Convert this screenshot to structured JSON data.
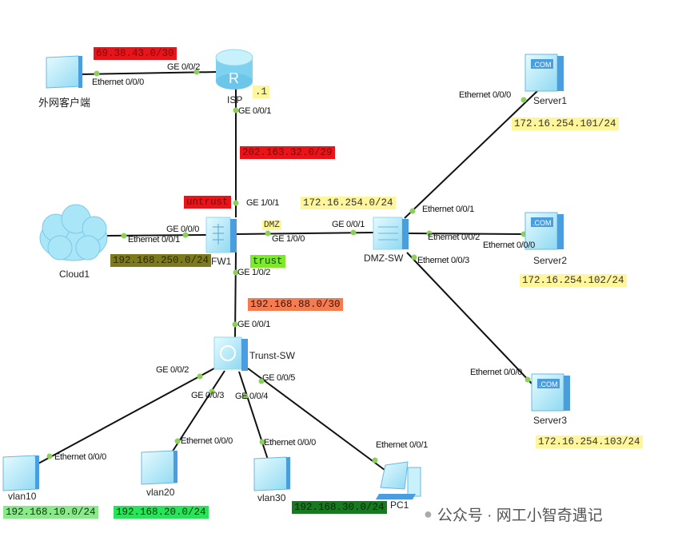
{
  "devices": {
    "client": "外网客户端",
    "isp": "ISP",
    "fw": "FW1",
    "cloud": "Cloud1",
    "dmz_sw": "DMZ-SW",
    "server1": "Server1",
    "server2": "Server2",
    "server3": "Server3",
    "trust_sw": "Trunst-SW",
    "vlan10": "vlan10",
    "vlan20": "vlan20",
    "vlan30": "vlan30",
    "pc1": "PC1"
  },
  "ports": {
    "client_e0": "Ethernet 0/0/0",
    "isp_g2": "GE 0/0/2",
    "isp_g1": "GE 0/0/1",
    "fw_g101": "GE 1/0/1",
    "fw_g000": "GE 0/0/0",
    "cloud_e1": "Ethernet 0/0/1",
    "fw_g100": "GE 1/0/0",
    "dmz_g1": "GE 0/0/1",
    "fw_g102": "GE 1/0/2",
    "tsw_g1": "GE 0/0/1",
    "dmz_e1": "Ethernet 0/0/1",
    "s1_e0": "Ethernet 0/0/0",
    "dmz_e2": "Ethernet 0/0/2",
    "s2_e0": "Ethernet 0/0/0",
    "dmz_e3": "Ethernet 0/0/3",
    "s3_e0": "Ethernet 0/0/0",
    "tsw_g2": "GE 0/0/2",
    "tsw_g3": "GE 0/0/3",
    "tsw_g4": "GE 0/0/4",
    "tsw_g5": "GE 0/0/5",
    "v10_e0": "Ethernet 0/0/0",
    "v20_e0": "Ethernet 0/0/0",
    "v30_e0": "Ethernet 0/0/0",
    "pc1_e1": "Ethernet 0/0/1"
  },
  "subnets": {
    "client": {
      "text": "69.38.43.0/30",
      "bg": "#e8141a",
      "fg": "#7a0a0a"
    },
    "isp_fw": {
      "text": "202.163.32.0/29",
      "bg": "#e8141a",
      "fg": "#7a0a0a"
    },
    "cloud": {
      "text": "192.168.250.0/24",
      "bg": "#7d7a1e",
      "fg": "#2a2a08"
    },
    "dmz": {
      "text": "172.16.254.0/24",
      "bg": "#fff59a",
      "fg": "#333"
    },
    "fw_tsw": {
      "text": "192.168.88.0/30",
      "bg": "#f47c50",
      "fg": "#3a1206"
    },
    "s1": {
      "text": "172.16.254.101/24",
      "bg": "#fff59a",
      "fg": "#333"
    },
    "s2": {
      "text": "172.16.254.102/24",
      "bg": "#fff59a",
      "fg": "#333"
    },
    "s3": {
      "text": "172.16.254.103/24",
      "bg": "#fff59a",
      "fg": "#333"
    },
    "v10": {
      "text": "192.168.10.0/24",
      "bg": "#8be88b",
      "fg": "#0a3a0a"
    },
    "v20": {
      "text": "192.168.20.0/24",
      "bg": "#27e45a",
      "fg": "#0a3a0a"
    },
    "v30": {
      "text": "192.168.30.0/24",
      "bg": "#177a1e",
      "fg": "#0a2a0a"
    }
  },
  "tags": {
    "isp_ip": ".1",
    "untrust": "untrust",
    "trust": "trust",
    "dmz": "DMZ"
  },
  "watermark": "公众号 · 网工小智奇遇记"
}
